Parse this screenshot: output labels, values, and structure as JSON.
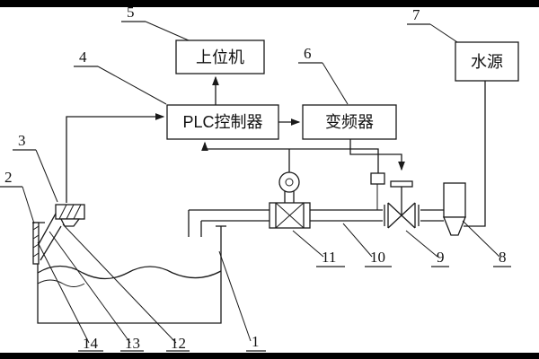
{
  "diagram": {
    "title_hint": "water supply PLC control system schematic",
    "boxes": {
      "host_computer": {
        "label": "上位机"
      },
      "plc": {
        "label": "PLC控制器"
      },
      "inverter": {
        "label": "变频器"
      },
      "water_source": {
        "label": "水源"
      }
    },
    "callouts": {
      "n1": "1",
      "n2": "2",
      "n3": "3",
      "n4": "4",
      "n5": "5",
      "n6": "6",
      "n7": "7",
      "n8": "8",
      "n9": "9",
      "n10": "10",
      "n11": "11",
      "n12": "12",
      "n13": "13",
      "n14": "14"
    },
    "colors": {
      "line": "#1a1a1a",
      "background": "#ffffff",
      "letterbox": "#000000"
    }
  }
}
